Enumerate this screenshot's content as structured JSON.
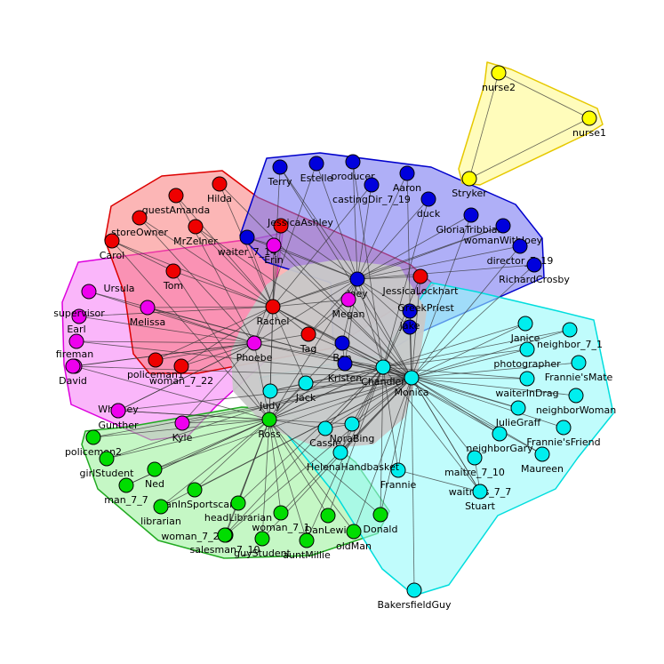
{
  "colors": {
    "yellow": "#ffff00",
    "blue": "#0000dd",
    "red": "#ee0000",
    "magenta": "#ee00ee",
    "green": "#00dd00",
    "cyan": "#00eeee",
    "gray": "#c8c8c8",
    "edge": "#333333"
  },
  "nodes": [
    {
      "id": "nurse2",
      "label": "nurse2",
      "group": "yellow"
    },
    {
      "id": "nurse1",
      "label": "nurse1",
      "group": "yellow"
    },
    {
      "id": "Stryker",
      "label": "Stryker",
      "group": "yellow"
    },
    {
      "id": "Terry",
      "label": "Terry",
      "group": "blue"
    },
    {
      "id": "Estelle",
      "label": "Estelle",
      "group": "blue"
    },
    {
      "id": "producer",
      "label": "producer",
      "group": "blue"
    },
    {
      "id": "Aaron",
      "label": "Aaron",
      "group": "blue"
    },
    {
      "id": "castingDir_7_19",
      "label": "castingDir_7_19",
      "group": "blue"
    },
    {
      "id": "duck",
      "label": "duck",
      "group": "blue"
    },
    {
      "id": "GloriaTribbiani",
      "label": "GloriaTribbiani",
      "group": "blue"
    },
    {
      "id": "womanWithJoey",
      "label": "womanWithJoey",
      "group": "blue"
    },
    {
      "id": "director_7_19",
      "label": "director_7_19",
      "group": "blue"
    },
    {
      "id": "RichardCrosby",
      "label": "RichardCrosby",
      "group": "blue"
    },
    {
      "id": "waiter_7_14",
      "label": "waiter_7_14",
      "group": "blue"
    },
    {
      "id": "Joey",
      "label": "Joey",
      "group": "blue"
    },
    {
      "id": "GreekPriest",
      "label": "GreekPriest",
      "group": "blue"
    },
    {
      "id": "Jake",
      "label": "Jake",
      "group": "blue"
    },
    {
      "id": "Ben",
      "label": "Ben",
      "group": "blue"
    },
    {
      "id": "Kristen",
      "label": "Kristen",
      "group": "blue"
    },
    {
      "id": "Hilda",
      "label": "Hilda",
      "group": "red"
    },
    {
      "id": "guestAmanda",
      "label": "guestAmanda",
      "group": "red"
    },
    {
      "id": "storeOwner",
      "label": "storeOwner",
      "group": "red"
    },
    {
      "id": "MrZelner",
      "label": "MrZelner",
      "group": "red"
    },
    {
      "id": "Carol",
      "label": "Carol",
      "group": "red"
    },
    {
      "id": "Tom",
      "label": "Tom",
      "group": "red"
    },
    {
      "id": "JessicaAshley",
      "label": "JessicaAshley",
      "group": "red"
    },
    {
      "id": "JessicaLockhart",
      "label": "JessicaLockhart",
      "group": "red"
    },
    {
      "id": "Rachel",
      "label": "Rachel",
      "group": "red"
    },
    {
      "id": "Tag",
      "label": "Tag",
      "group": "red"
    },
    {
      "id": "policeman1",
      "label": "policeman1",
      "group": "red"
    },
    {
      "id": "woman_7_22",
      "label": "woman_7_22",
      "group": "red"
    },
    {
      "id": "Erin",
      "label": "Erin",
      "group": "magenta"
    },
    {
      "id": "Megan",
      "label": "Megan",
      "group": "magenta"
    },
    {
      "id": "Ursula",
      "label": "Ursula",
      "group": "magenta"
    },
    {
      "id": "supervisor",
      "label": "supervisor",
      "group": "magenta"
    },
    {
      "id": "Melissa",
      "label": "Melissa",
      "group": "magenta"
    },
    {
      "id": "Earl",
      "label": "Earl",
      "group": "magenta"
    },
    {
      "id": "fireman",
      "label": "fireman",
      "group": "magenta"
    },
    {
      "id": "David",
      "label": "David",
      "group": "magenta"
    },
    {
      "id": "Phoebe",
      "label": "Phoebe",
      "group": "magenta"
    },
    {
      "id": "Whitney",
      "label": "Whitney",
      "group": "magenta"
    },
    {
      "id": "Gunther",
      "label": "Gunther",
      "group": "magenta"
    },
    {
      "id": "Kyle",
      "label": "Kyle",
      "group": "magenta"
    },
    {
      "id": "Ross",
      "label": "Ross",
      "group": "green"
    },
    {
      "id": "policemen2",
      "label": "policemen2",
      "group": "green"
    },
    {
      "id": "girlStudent",
      "label": "girlStudent",
      "group": "green"
    },
    {
      "id": "Ned",
      "label": "Ned",
      "group": "green"
    },
    {
      "id": "man_7_7",
      "label": "man_7_7",
      "group": "green"
    },
    {
      "id": "manInSportscar",
      "label": "manInSportscar",
      "group": "green"
    },
    {
      "id": "librarian",
      "label": "librarian",
      "group": "green"
    },
    {
      "id": "headLibrarian",
      "label": "headLibrarian",
      "group": "green"
    },
    {
      "id": "woman_7_2",
      "label": "woman_7_2",
      "group": "green"
    },
    {
      "id": "salesman7_10",
      "label": "salesman7_10",
      "group": "green"
    },
    {
      "id": "guyStudent",
      "label": "guyStudent",
      "group": "green"
    },
    {
      "id": "auntMillie",
      "label": "auntMillie",
      "group": "green"
    },
    {
      "id": "woman_7_1",
      "label": "woman_7_1",
      "group": "green"
    },
    {
      "id": "DanLewis",
      "label": "DanLewis",
      "group": "green"
    },
    {
      "id": "oldMan",
      "label": "oldMan",
      "group": "green"
    },
    {
      "id": "Donald",
      "label": "Donald",
      "group": "green"
    },
    {
      "id": "Janice",
      "label": "Janice",
      "group": "cyan"
    },
    {
      "id": "neighbor_7_1",
      "label": "neighbor_7_1",
      "group": "cyan"
    },
    {
      "id": "photographer",
      "label": "photographer",
      "group": "cyan"
    },
    {
      "id": "FranniesMate",
      "label": "Frannie'sMate",
      "group": "cyan"
    },
    {
      "id": "waiterInDrag",
      "label": "waiterInDrag",
      "group": "cyan"
    },
    {
      "id": "neighborWoman",
      "label": "neighborWoman",
      "group": "cyan"
    },
    {
      "id": "JulieGraff",
      "label": "JulieGraff",
      "group": "cyan"
    },
    {
      "id": "FranniesFriend",
      "label": "Frannie'sFriend",
      "group": "cyan"
    },
    {
      "id": "neighborGary",
      "label": "neighborGary",
      "group": "cyan"
    },
    {
      "id": "Maureen",
      "label": "Maureen",
      "group": "cyan"
    },
    {
      "id": "maitre_7_10",
      "label": "maitre_7_10",
      "group": "cyan"
    },
    {
      "id": "waitress_7_7",
      "label": "waitress_7_7",
      "group": "cyan"
    },
    {
      "id": "Stuart",
      "label": "Stuart",
      "group": "cyan"
    },
    {
      "id": "Frannie",
      "label": "Frannie",
      "group": "cyan"
    },
    {
      "id": "BakersfieldGuy",
      "label": "BakersfieldGuy",
      "group": "cyan"
    },
    {
      "id": "Monica",
      "label": "Monica",
      "group": "cyan"
    },
    {
      "id": "Chandler",
      "label": "Chandler",
      "group": "cyan"
    },
    {
      "id": "Jack",
      "label": "Jack",
      "group": "cyan"
    },
    {
      "id": "Judy",
      "label": "Judy",
      "group": "cyan"
    },
    {
      "id": "Cassie",
      "label": "Cassie",
      "group": "cyan"
    },
    {
      "id": "NoraBing",
      "label": "NoraBing",
      "group": "cyan"
    },
    {
      "id": "HelenaHandbasket",
      "label": "HelenaHandbasket",
      "group": "cyan"
    }
  ],
  "edges": [
    [
      "nurse2",
      "nurse1"
    ],
    [
      "nurse2",
      "Stryker"
    ],
    [
      "nurse1",
      "Stryker"
    ],
    [
      "Joey",
      "Terry"
    ],
    [
      "Joey",
      "Estelle"
    ],
    [
      "Joey",
      "producer"
    ],
    [
      "Joey",
      "Aaron"
    ],
    [
      "Joey",
      "castingDir_7_19"
    ],
    [
      "Joey",
      "duck"
    ],
    [
      "Joey",
      "GloriaTribbiani"
    ],
    [
      "Joey",
      "womanWithJoey"
    ],
    [
      "Joey",
      "director_7_19"
    ],
    [
      "Joey",
      "RichardCrosby"
    ],
    [
      "Joey",
      "waiter_7_14"
    ],
    [
      "Joey",
      "GreekPriest"
    ],
    [
      "Joey",
      "Jake"
    ],
    [
      "Joey",
      "Rachel"
    ],
    [
      "Joey",
      "Monica"
    ],
    [
      "Joey",
      "Chandler"
    ],
    [
      "Joey",
      "Phoebe"
    ],
    [
      "Joey",
      "Ross"
    ],
    [
      "Joey",
      "JessicaLockhart"
    ],
    [
      "Joey",
      "Erin"
    ],
    [
      "Joey",
      "Megan"
    ],
    [
      "Joey",
      "Tag"
    ],
    [
      "Joey",
      "Ben"
    ],
    [
      "Joey",
      "Kristen"
    ],
    [
      "Joey",
      "JessicaAshley"
    ],
    [
      "Terry",
      "Rachel"
    ],
    [
      "Terry",
      "Monica"
    ],
    [
      "Estelle",
      "Phoebe"
    ],
    [
      "producer",
      "Chandler"
    ],
    [
      "Aaron",
      "Monica"
    ],
    [
      "castingDir_7_19",
      "Rachel"
    ],
    [
      "duck",
      "Chandler"
    ],
    [
      "GloriaTribbiani",
      "Monica"
    ],
    [
      "director_7_19",
      "Monica"
    ],
    [
      "RichardCrosby",
      "Monica"
    ],
    [
      "womanWithJoey",
      "Rachel"
    ],
    [
      "Rachel",
      "Hilda"
    ],
    [
      "Rachel",
      "guestAmanda"
    ],
    [
      "Rachel",
      "storeOwner"
    ],
    [
      "Rachel",
      "MrZelner"
    ],
    [
      "Rachel",
      "Carol"
    ],
    [
      "Rachel",
      "Tom"
    ],
    [
      "Rachel",
      "JessicaAshley"
    ],
    [
      "Rachel",
      "waiter_7_14"
    ],
    [
      "Rachel",
      "Erin"
    ],
    [
      "Rachel",
      "Tag"
    ],
    [
      "Rachel",
      "policeman1"
    ],
    [
      "Rachel",
      "woman_7_22"
    ],
    [
      "Rachel",
      "Monica"
    ],
    [
      "Rachel",
      "Phoebe"
    ],
    [
      "Rachel",
      "Ross"
    ],
    [
      "Rachel",
      "Chandler"
    ],
    [
      "Rachel",
      "Megan"
    ],
    [
      "Rachel",
      "Melissa"
    ],
    [
      "Rachel",
      "Ben"
    ],
    [
      "Rachel",
      "Jack"
    ],
    [
      "Rachel",
      "Judy"
    ],
    [
      "Hilda",
      "Monica"
    ],
    [
      "guestAmanda",
      "Phoebe"
    ],
    [
      "Carol",
      "Ross"
    ],
    [
      "Carol",
      "Tom"
    ],
    [
      "Tom",
      "Ross"
    ],
    [
      "MrZelner",
      "Monica"
    ],
    [
      "storeOwner",
      "Phoebe"
    ],
    [
      "Phoebe",
      "Ursula"
    ],
    [
      "Phoebe",
      "supervisor"
    ],
    [
      "Phoebe",
      "Melissa"
    ],
    [
      "Phoebe",
      "Earl"
    ],
    [
      "Phoebe",
      "fireman"
    ],
    [
      "Phoebe",
      "David"
    ],
    [
      "Phoebe",
      "Whitney"
    ],
    [
      "Phoebe",
      "Gunther"
    ],
    [
      "Phoebe",
      "Kyle"
    ],
    [
      "Phoebe",
      "policeman1"
    ],
    [
      "Phoebe",
      "woman_7_22"
    ],
    [
      "Phoebe",
      "Monica"
    ],
    [
      "Phoebe",
      "Chandler"
    ],
    [
      "Phoebe",
      "Ross"
    ],
    [
      "Phoebe",
      "Tag"
    ],
    [
      "Ursula",
      "Monica"
    ],
    [
      "supervisor",
      "Rachel"
    ],
    [
      "Earl",
      "Monica"
    ],
    [
      "fireman",
      "Ross"
    ],
    [
      "David",
      "Monica"
    ],
    [
      "Whitney",
      "Ross"
    ],
    [
      "Gunther",
      "Monica"
    ],
    [
      "Gunther",
      "Ross"
    ],
    [
      "Kyle",
      "Monica"
    ],
    [
      "Kyle",
      "Ross"
    ],
    [
      "Melissa",
      "Monica"
    ],
    [
      "Ross",
      "policemen2"
    ],
    [
      "Ross",
      "girlStudent"
    ],
    [
      "Ross",
      "Ned"
    ],
    [
      "Ross",
      "man_7_7"
    ],
    [
      "Ross",
      "manInSportscar"
    ],
    [
      "Ross",
      "librarian"
    ],
    [
      "Ross",
      "headLibrarian"
    ],
    [
      "Ross",
      "woman_7_2"
    ],
    [
      "Ross",
      "salesman7_10"
    ],
    [
      "Ross",
      "guyStudent"
    ],
    [
      "Ross",
      "auntMillie"
    ],
    [
      "Ross",
      "woman_7_1"
    ],
    [
      "Ross",
      "DanLewis"
    ],
    [
      "Ross",
      "oldMan"
    ],
    [
      "Ross",
      "Donald"
    ],
    [
      "Ross",
      "Monica"
    ],
    [
      "Ross",
      "Chandler"
    ],
    [
      "Ross",
      "Judy"
    ],
    [
      "Ross",
      "Jack"
    ],
    [
      "Ross",
      "Cassie"
    ],
    [
      "Ross",
      "NoraBing"
    ],
    [
      "Ross",
      "Ben"
    ],
    [
      "Ross",
      "Kristen"
    ],
    [
      "policemen2",
      "Monica"
    ],
    [
      "girlStudent",
      "Chandler"
    ],
    [
      "Ned",
      "Monica"
    ],
    [
      "man_7_7",
      "Chandler"
    ],
    [
      "manInSportscar",
      "Monica"
    ],
    [
      "librarian",
      "Monica"
    ],
    [
      "headLibrarian",
      "Chandler"
    ],
    [
      "woman_7_2",
      "Monica"
    ],
    [
      "salesman7_10",
      "Chandler"
    ],
    [
      "guyStudent",
      "Monica"
    ],
    [
      "auntMillie",
      "Chandler"
    ],
    [
      "woman_7_1",
      "Monica"
    ],
    [
      "DanLewis",
      "Chandler"
    ],
    [
      "oldMan",
      "Monica"
    ],
    [
      "Donald",
      "Monica"
    ],
    [
      "Donald",
      "Chandler"
    ],
    [
      "Monica",
      "Janice"
    ],
    [
      "Monica",
      "neighbor_7_1"
    ],
    [
      "Monica",
      "photographer"
    ],
    [
      "Monica",
      "FranniesMate"
    ],
    [
      "Monica",
      "waiterInDrag"
    ],
    [
      "Monica",
      "neighborWoman"
    ],
    [
      "Monica",
      "JulieGraff"
    ],
    [
      "Monica",
      "FranniesFriend"
    ],
    [
      "Monica",
      "neighborGary"
    ],
    [
      "Monica",
      "Maureen"
    ],
    [
      "Monica",
      "maitre_7_10"
    ],
    [
      "Monica",
      "waitress_7_7"
    ],
    [
      "Monica",
      "Stuart"
    ],
    [
      "Monica",
      "Frannie"
    ],
    [
      "Monica",
      "BakersfieldGuy"
    ],
    [
      "Monica",
      "Chandler"
    ],
    [
      "Monica",
      "Jack"
    ],
    [
      "Monica",
      "Judy"
    ],
    [
      "Monica",
      "Cassie"
    ],
    [
      "Monica",
      "NoraBing"
    ],
    [
      "Monica",
      "HelenaHandbasket"
    ],
    [
      "Monica",
      "GreekPriest"
    ],
    [
      "Monica",
      "Jake"
    ],
    [
      "Monica",
      "Megan"
    ],
    [
      "Monica",
      "Tag"
    ],
    [
      "Monica",
      "Ben"
    ],
    [
      "Monica",
      "Kristen"
    ],
    [
      "Monica",
      "Erin"
    ],
    [
      "Monica",
      "JessicaLockhart"
    ],
    [
      "Chandler",
      "Janice"
    ],
    [
      "Chandler",
      "neighbor_7_1"
    ],
    [
      "Chandler",
      "photographer"
    ],
    [
      "Chandler",
      "waiterInDrag"
    ],
    [
      "Chandler",
      "JulieGraff"
    ],
    [
      "Chandler",
      "neighborGary"
    ],
    [
      "Chandler",
      "Maureen"
    ],
    [
      "Chandler",
      "Stuart"
    ],
    [
      "Chandler",
      "Frannie"
    ],
    [
      "Chandler",
      "Jack"
    ],
    [
      "Chandler",
      "Judy"
    ],
    [
      "Chandler",
      "Cassie"
    ],
    [
      "Chandler",
      "NoraBing"
    ],
    [
      "Chandler",
      "HelenaHandbasket"
    ],
    [
      "Chandler",
      "Kristen"
    ],
    [
      "Chandler",
      "JessicaLockhart"
    ],
    [
      "Chandler",
      "GreekPriest"
    ],
    [
      "Frannie",
      "Stuart"
    ],
    [
      "maitre_7_10",
      "Stuart"
    ],
    [
      "Jack",
      "Judy"
    ],
    [
      "NoraBing",
      "HelenaHandbasket"
    ],
    [
      "Cassie",
      "NoraBing"
    ],
    [
      "Kristen",
      "Ben"
    ],
    [
      "Erin",
      "waiter_7_14"
    ],
    [
      "Megan",
      "Tag"
    ]
  ]
}
